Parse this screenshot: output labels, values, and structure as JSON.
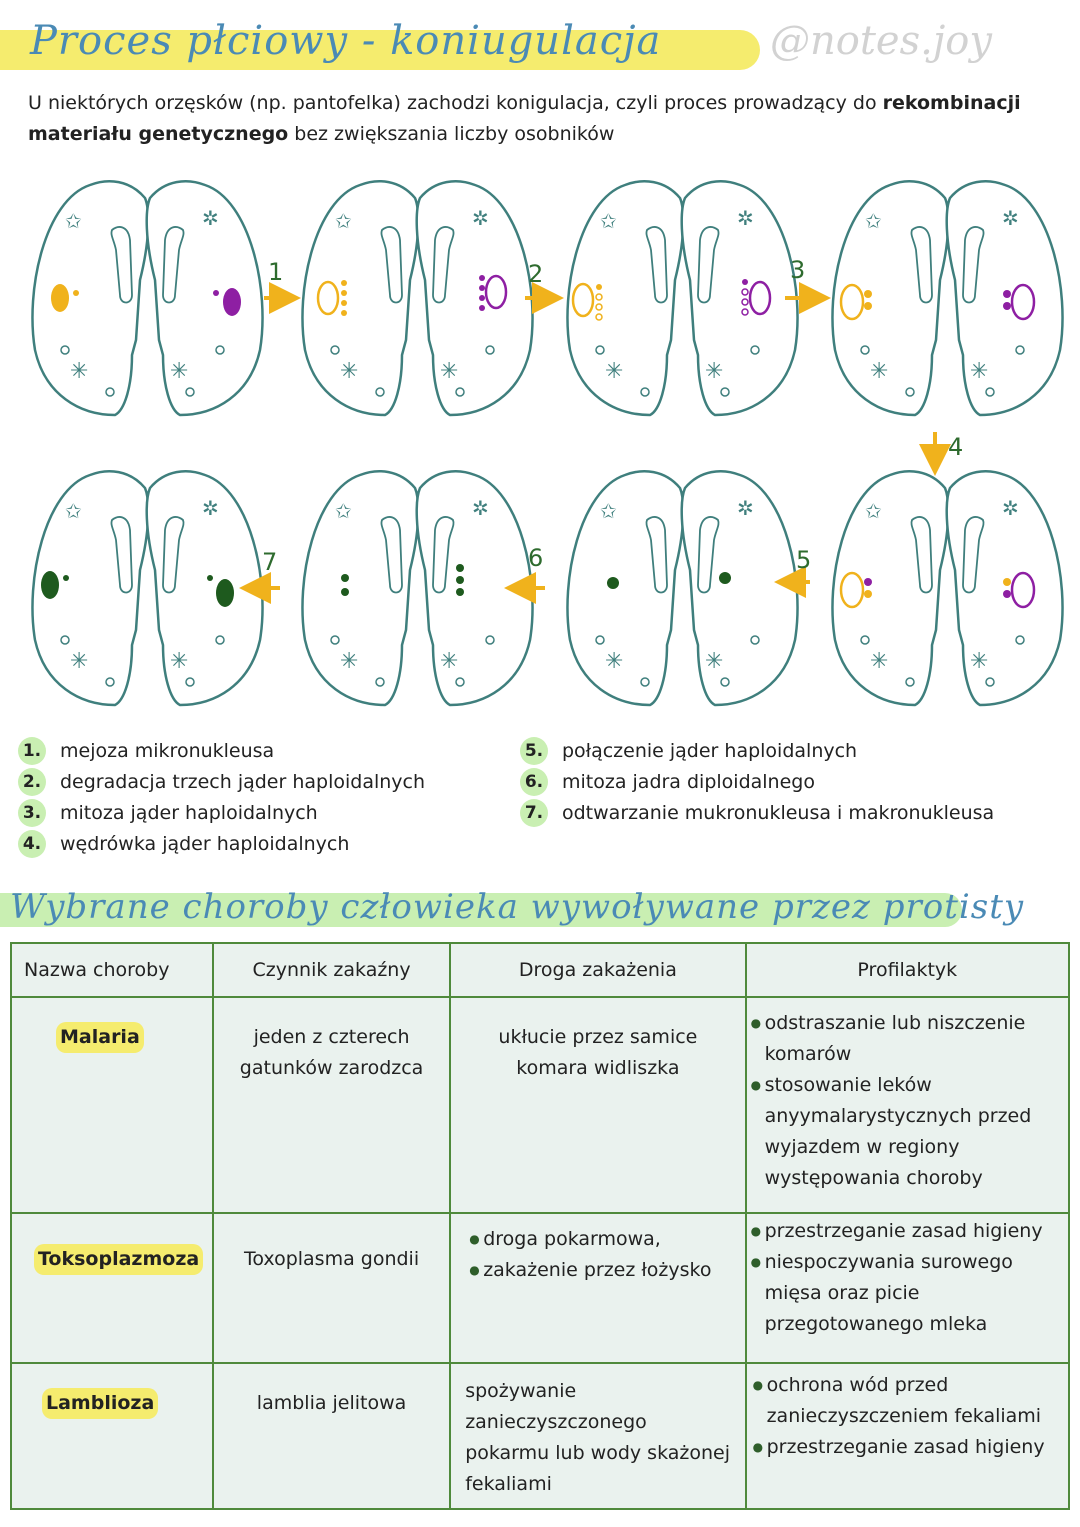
{
  "header": {
    "title": "Proces płciowy - koniugulacja",
    "watermark": "@notes.joy"
  },
  "intro": {
    "part1": "U niektórych orzęsków (np. pantofelka) zachodzi konigulacja, czyli proces prowadzący do ",
    "bold1": "rekombinacji materiału genetycznego",
    "part2": " bez zwiększania liczby osobników"
  },
  "diagram": {
    "step_numbers": [
      "1",
      "2",
      "3",
      "4",
      "5",
      "6",
      "7"
    ],
    "colors": {
      "outline": "#3f7f7d",
      "yellow": "#f0b21c",
      "purple": "#8e1fa3",
      "green": "#1e5a1e",
      "arrow": "#f0b21c"
    }
  },
  "legend": [
    {
      "num": "1.",
      "text": "mejoza mikronukleusa"
    },
    {
      "num": "2.",
      "text": "degradacja trzech jąder haploidalnych"
    },
    {
      "num": "3.",
      "text": "mitoza jąder haploidalnych"
    },
    {
      "num": "4.",
      "text": "wędrówka jąder haploidalnych"
    },
    {
      "num": "5.",
      "text": "połączenie jąder haploidalnych"
    },
    {
      "num": "6.",
      "text": "mitoza jadra diploidalnego"
    },
    {
      "num": "7.",
      "text": "odtwarzanie mukronukleusa i makronukleusa"
    }
  ],
  "section2": {
    "title": "Wybrane choroby człowieka wywoływane przez protisty"
  },
  "table": {
    "headers": [
      "Nazwa choroby",
      "Czynnik zakaźny",
      "Droga zakażenia",
      "Profilaktyk"
    ],
    "rows": [
      {
        "name": "Malaria",
        "agent": "jeden z czterech gatunków zarodzca",
        "route": "ukłucie przez samice komara widliszka",
        "prevention": [
          "odstraszanie lub niszczenie komarów",
          "stosowanie leków anyymalarystycznych przed wyjazdem w regiony występowania choroby"
        ]
      },
      {
        "name": "Toksoplazmoza",
        "agent": "Toxoplasma gondii",
        "route_list": [
          "droga pokarmowa,",
          "zakażenie przez łożysko"
        ],
        "prevention": [
          "przestrzeganie zasad higieny",
          "niespoczywania surowego mięsa oraz picie przegotowanego mleka"
        ]
      },
      {
        "name": "Lamblioza",
        "agent": "lamblia jelitowa",
        "route": "spożywanie zanieczyszczonego pokarmu lub wody skażonej fekaliami",
        "prevention": [
          "ochrona wód przed zanieczyszczeniem fekaliami",
          "przestrzeganie zasad higieny"
        ]
      }
    ]
  }
}
